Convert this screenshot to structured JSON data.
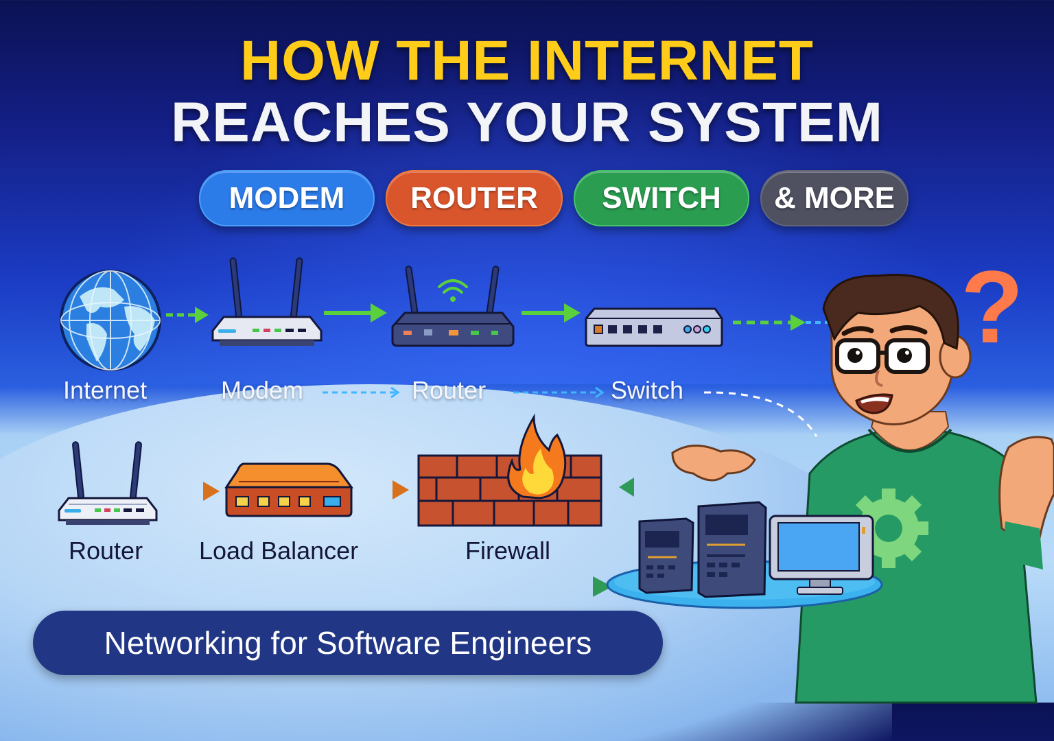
{
  "title": {
    "line1": "HOW THE INTERNET",
    "line2": "REACHES YOUR SYSTEM"
  },
  "pills": [
    {
      "label": "MODEM",
      "color": "#2b7be8"
    },
    {
      "label": "ROUTER",
      "color": "#d9552c"
    },
    {
      "label": "SWITCH",
      "color": "#2a9d50"
    },
    {
      "label": "& MORE",
      "color": "#4f5161"
    }
  ],
  "flow_top": {
    "nodes": [
      {
        "label": "Internet",
        "icon": "globe-icon"
      },
      {
        "label": "Modem",
        "icon": "modem-icon"
      },
      {
        "label": "Router",
        "icon": "wifi-router-icon"
      },
      {
        "label": "Switch",
        "icon": "network-switch-icon"
      }
    ]
  },
  "flow_bottom": {
    "nodes": [
      {
        "label": "Router",
        "icon": "router-icon"
      },
      {
        "label": "Load Balancer",
        "icon": "load-balancer-icon"
      },
      {
        "label": "Firewall",
        "icon": "firewall-icon"
      }
    ],
    "destination": {
      "icon": "servers-and-monitor-icon"
    }
  },
  "character": {
    "icon": "confused-engineer-illustration",
    "question_mark": "?"
  },
  "footer": {
    "label": "Networking for Software Engineers"
  },
  "colors": {
    "title_yellow": "#ffcc1a",
    "arrow_green": "#5ad13c",
    "arrow_orange": "#d8701c",
    "dashed_cyan": "#3fb6ff",
    "footer_bg": "#213685"
  }
}
